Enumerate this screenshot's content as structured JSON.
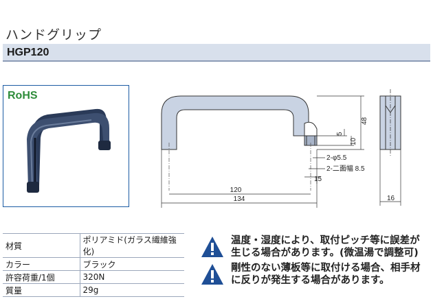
{
  "header": {
    "title": "ハンドグリップ",
    "model": "HGP120"
  },
  "badge": {
    "rohs": "RoHS"
  },
  "drawing": {
    "dims": {
      "d120": "120",
      "d134": "134",
      "d48": "48",
      "d5": "5",
      "d10": "10",
      "d15": "15",
      "d16": "16",
      "hole": "2-φ5.5",
      "flat": "2-二面幅 8.5"
    }
  },
  "specs": [
    {
      "key": "材質",
      "value": "ポリアミド(ガラス繊維強化)"
    },
    {
      "key": "カラー",
      "value": "ブラック"
    },
    {
      "key": "許容荷重/1個",
      "value": "320N"
    },
    {
      "key": "質量",
      "value": "29g"
    }
  ],
  "notes": [
    {
      "line1": "温度・湿度により、取付ピッチ等に誤差が",
      "line2": "生じる場合があります。(微温湯で調整可)"
    },
    {
      "line1": "剛性のない薄板等に取付ける場合、相手材",
      "line2": "に反りが発生する場合があります。"
    }
  ]
}
